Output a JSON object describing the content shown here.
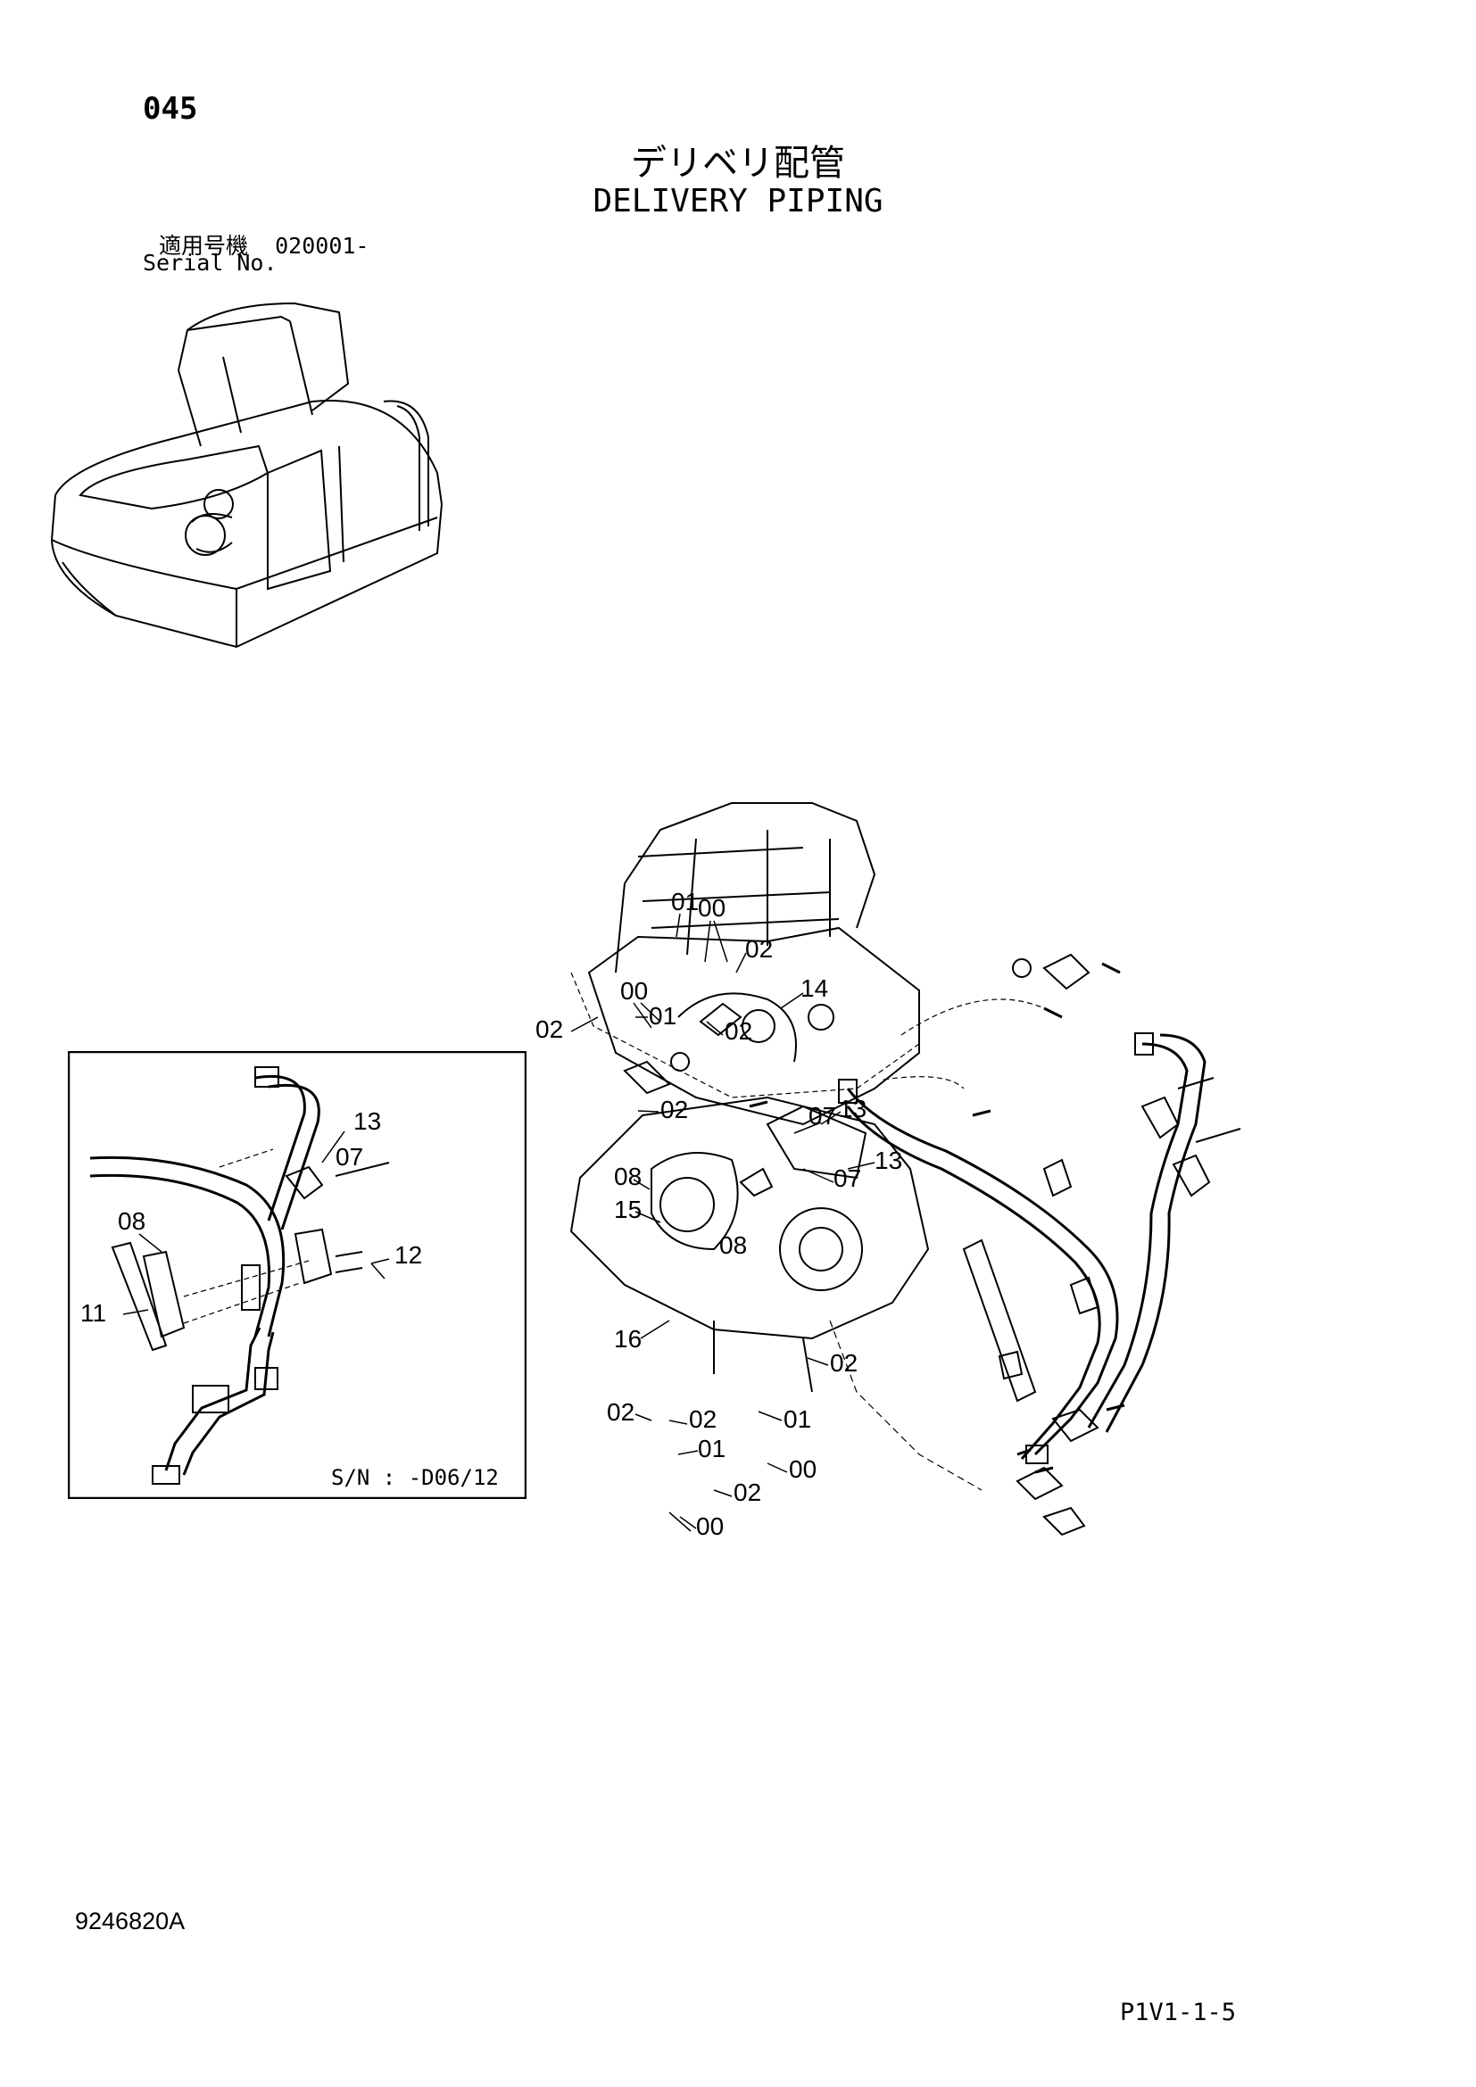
{
  "header": {
    "page_number": "045",
    "title_jp": "デリベリ配管",
    "title_en": "DELIVERY PIPING",
    "serial_label_jp": "適用号機",
    "serial_value": "020001-",
    "serial_label_en": "Serial No."
  },
  "inset": {
    "sn_text": "S/N :  -D06/12",
    "callouts": [
      "13",
      "07",
      "08",
      "12",
      "11"
    ]
  },
  "callouts": [
    "01",
    "00",
    "02",
    "14",
    "00",
    "01",
    "02",
    "02",
    "02",
    "13",
    "07",
    "13",
    "07",
    "08",
    "15",
    "08",
    "16",
    "02",
    "01",
    "02",
    "02",
    "01",
    "00",
    "02",
    "00"
  ],
  "footer": {
    "doc_number": "9246820A",
    "page_code": "P1V1-1-5"
  }
}
